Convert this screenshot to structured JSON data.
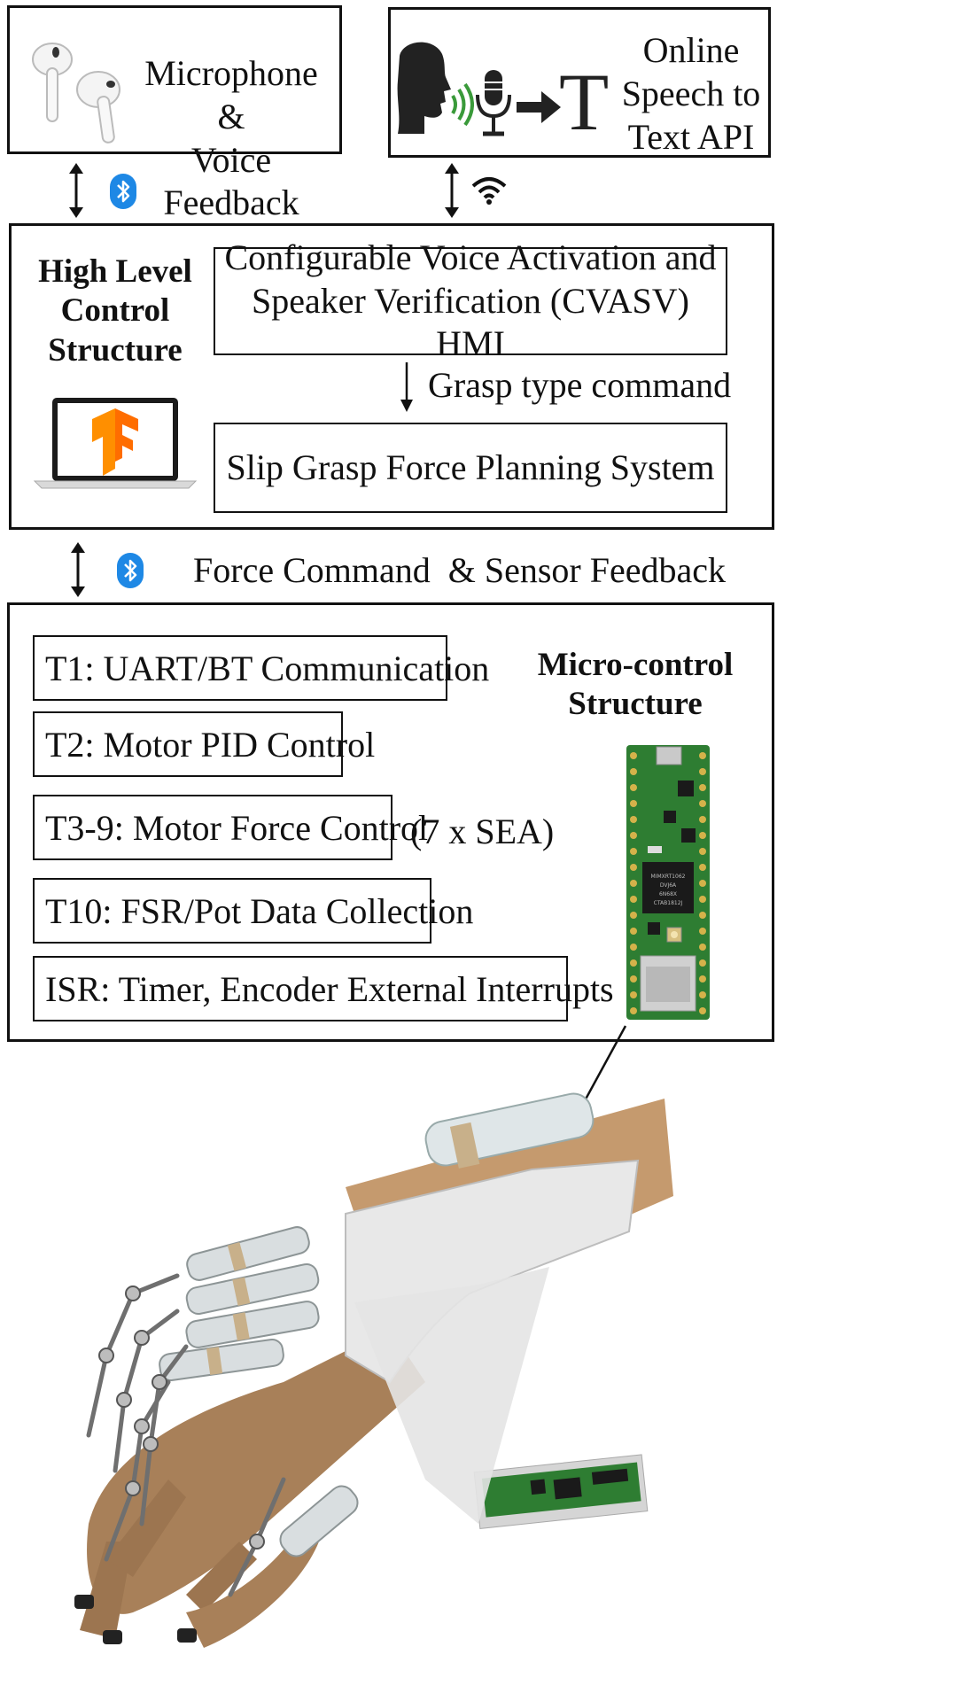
{
  "top_left": {
    "label_line1": "Microphone &",
    "label_line2": "Voice Feedback"
  },
  "top_right": {
    "label_line1": "Online",
    "label_line2": "Speech to",
    "label_line3": "Text API",
    "letter": "T"
  },
  "high_level": {
    "title_line1": "High Level",
    "title_line2": "Control",
    "title_line3": "Structure",
    "cvasv_line1": "Configurable Voice Activation and",
    "cvasv_line2": "Speaker Verification (CVASV) HMI",
    "arrow_label": "Grasp type command",
    "slip_label": "Slip Grasp Force Planning System"
  },
  "link_label": "Force Command  & Sensor Feedback",
  "micro": {
    "title_line1": "Micro-control",
    "title_line2": "Structure",
    "tasks": [
      "T1: UART/BT Communication",
      "T2: Motor PID Control",
      "T3-9: Motor Force Control",
      "T10: FSR/Pot Data Collection",
      "ISR: Timer, Encoder External Interrupts"
    ],
    "sea_note": "(7 x SEA)",
    "chip_text": [
      "MIMXRT1062",
      "DVJ6A",
      "6N68X",
      "CTAB1812J"
    ]
  },
  "colors": {
    "bluetooth": "#1e88e5",
    "tensorflow": "#ff8f00",
    "sound_waves": "#3a9a3a",
    "pcb": "#2e7d32"
  }
}
